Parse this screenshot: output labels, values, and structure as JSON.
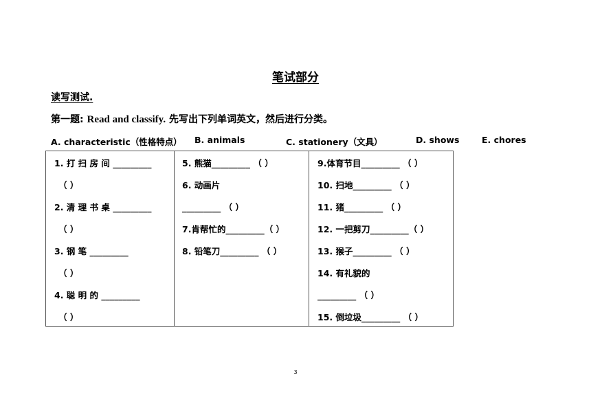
{
  "document": {
    "title": "笔试部分",
    "section_heading": "读写测试.",
    "question": {
      "number_label": "第一题:",
      "instruction_en": "Read and classify.",
      "instruction_zh": "先写出下列单词英文，然后进行分类。"
    },
    "categories": [
      "A. characteristic（性格特点）",
      "B. animals",
      "C. stationery（文具）",
      "D. shows",
      "E. chores"
    ],
    "columns": [
      {
        "lines": [
          "1.  打  扫  房  间  _________",
          "（      ）",
          "2.   清  理  书  桌  _________",
          "（      ）",
          "3.      钢      笔      _________",
          "（      ）",
          "4.     聪   明   的   _________",
          "（      ）"
        ]
      },
      {
        "lines": [
          "5.  熊猫_________  （      ）",
          "6.  动画片",
          "_________      （      ）",
          "7.肯帮忙的_________（      ）",
          "8.  铅笔刀_________  （      ）"
        ]
      },
      {
        "lines": [
          "9.体育节目_________  （      ）",
          "10.  扫地_________      （      ）",
          "11.  猪_________     （      ）",
          "12.  一把剪刀_________（      ）",
          "13.  猴子_________  （      ）",
          "14.  有礼貌的",
          "_________    （      ）",
          "15.  倒垃圾_________    （      ）"
        ]
      }
    ],
    "page_number": "3"
  }
}
